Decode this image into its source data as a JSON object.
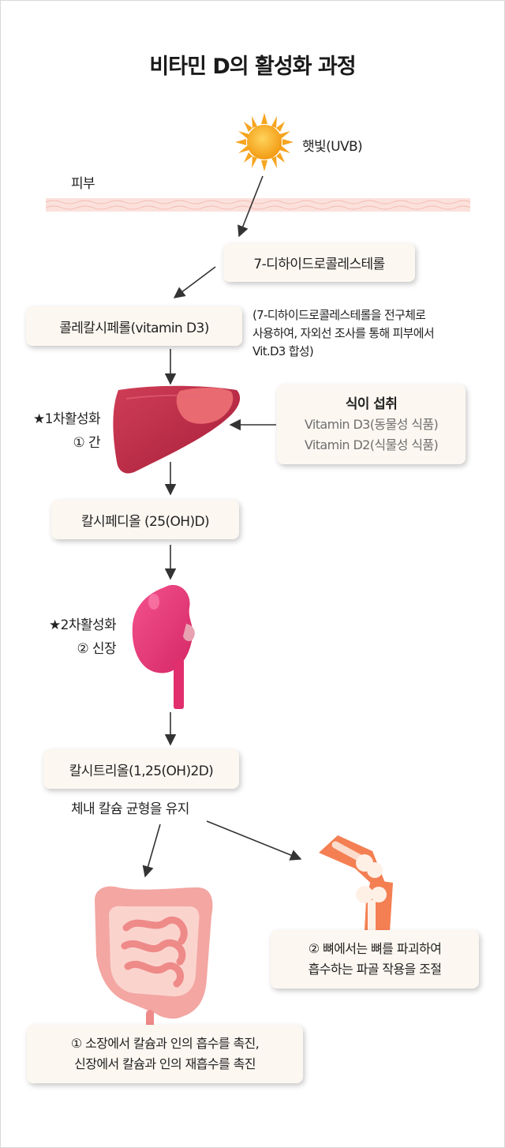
{
  "title": "비타민 D의 활성화 과정",
  "sun_label": "햇빛(UVB)",
  "skin_label": "피부",
  "step1": "7-디하이드로콜레스테롤",
  "step2": "콜레칼시페롤(vitamin D3)",
  "step2_note": [
    "(7-디하이드로콜레스테롤을 전구체로",
    "사용하여, 자외선 조사를 통해 피부에서",
    "Vit.D3 합성)"
  ],
  "activation1": {
    "line1": "★1차활성화",
    "line2": "① 간"
  },
  "diet": {
    "title": "식이 섭취",
    "line1": "Vitamin D3(동물성 식품)",
    "line2": "Vitamin D2(식물성 식품)"
  },
  "step3": "칼시페디올 (25(OH)D)",
  "activation2": {
    "line1": "★2차활성화",
    "line2": "② 신장"
  },
  "step4": "칼시트리올(1,25(OH)2D)",
  "step4_note": "체내 칼슘 균형을 유지",
  "bone_effect": [
    "② 뼈에서는 뼈를 파괴하여",
    "흡수하는 파골 작용을 조절"
  ],
  "intestine_effect": [
    "① 소장에서 칼슘과 인의 흡수를 촉진,",
    "신장에서 칼슘과 인의 재흡수를 촉진"
  ],
  "colors": {
    "arrow": "#333333",
    "box_bg": "#fcf7f1",
    "skin": "#fbe1dc",
    "sun": "#f6a520",
    "liver": "#c2324a",
    "kidney": "#e33d77",
    "bone_muscle": "#f47f52",
    "intestine": "#f09a9a"
  }
}
